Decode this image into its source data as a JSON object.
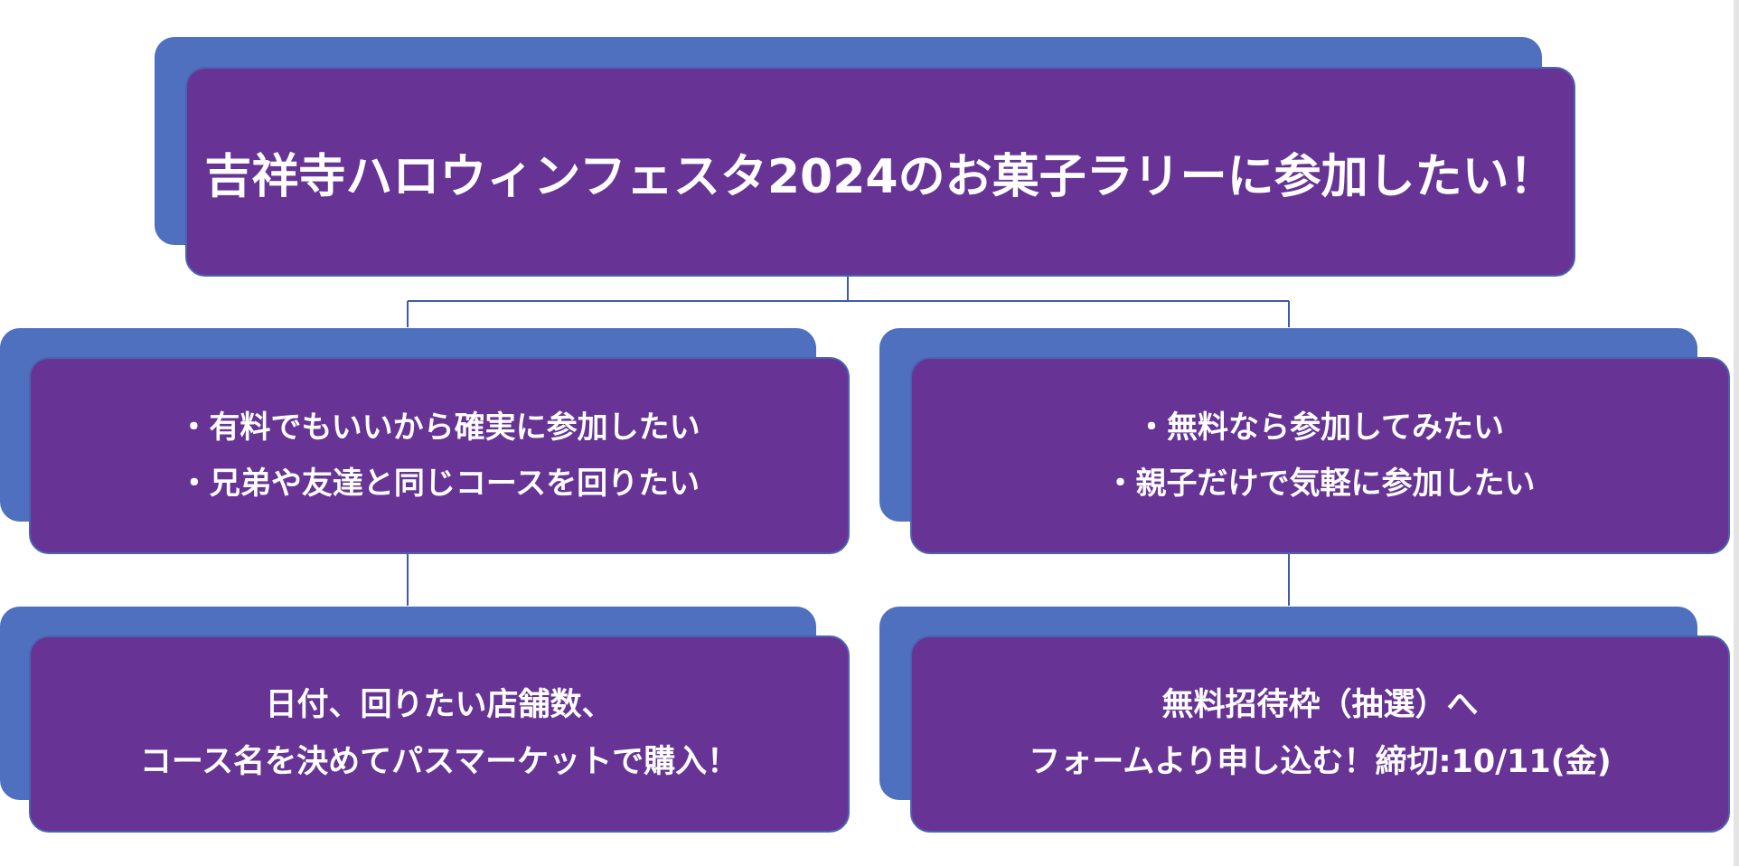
{
  "diagram": {
    "colors": {
      "box_fill": "#673496",
      "box_shadow": "#4f70bf",
      "connector": "#3e5aa8",
      "text": "#ffffff",
      "background": "#ffffff"
    },
    "top": {
      "text": "吉祥寺ハロウィンフェスタ2024のお菓子ラリーに参加したい！"
    },
    "left": {
      "line1": "・有料でもいいから確実に参加したい",
      "line2": "・兄弟や友達と同じコースを回りたい"
    },
    "right": {
      "line1": "・無料なら参加してみたい",
      "line2": "・親子だけで気軽に参加したい"
    },
    "left_result": {
      "line1": "日付、回りたい店舗数、",
      "line2": "コース名を決めてパスマーケットで購入！"
    },
    "right_result": {
      "line1": "無料招待枠（抽選）へ",
      "line2": "フォームより申し込む！締切:10/11(金)"
    }
  }
}
